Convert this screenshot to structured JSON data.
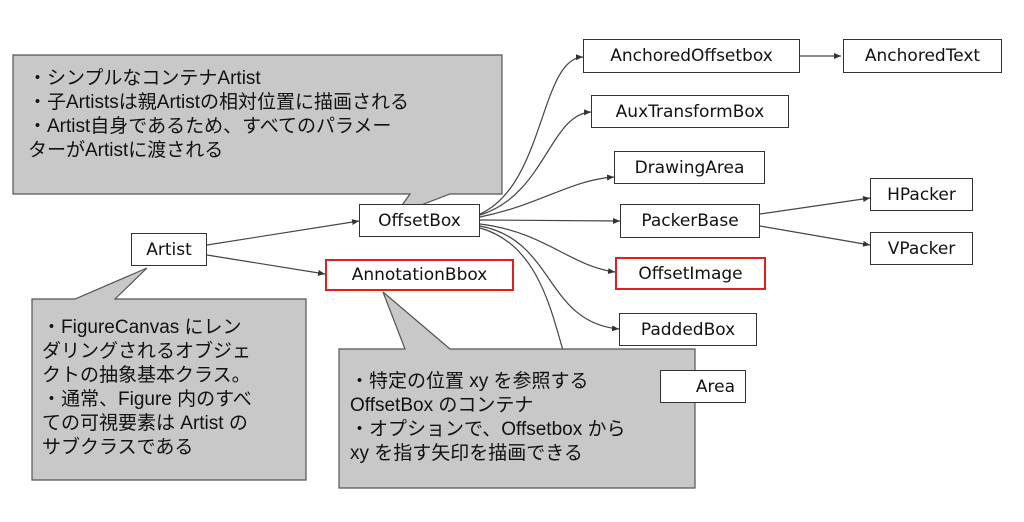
{
  "nodes": {
    "artist": "Artist",
    "offsetbox": "OffsetBox",
    "annotationbbox": "AnnotationBbox",
    "anchoredoffsetbox": "AnchoredOffsetbox",
    "anchoredtext": "AnchoredText",
    "auxtransformbox": "AuxTransformBox",
    "drawingarea": "DrawingArea",
    "packerbase": "PackerBase",
    "hpacker": "HPacker",
    "vpacker": "VPacker",
    "offsetimage": "OffsetImage",
    "paddedbox": "PaddedBox",
    "textarea_partial": "Area"
  },
  "highlight_color": "#e02020",
  "callout_fill": "#c8c8c8",
  "callouts": {
    "offsetbox_note": [
      "・シンプルなコンテナArtist",
      "・子Artistsは親Artistの相対位置に描画される",
      "・Artist自身であるため、すべてのパラメー",
      "ターがArtistに渡される"
    ],
    "artist_note": [
      "・FigureCanvas にレン",
      "ダリングされるオブジェ",
      "クトの抽象基本クラス。",
      "・通常、Figure 内のすべ",
      "ての可視要素は Artist の",
      "サブクラスである"
    ],
    "annotation_note": [
      "・特定の位置 xy を参照する",
      "OffsetBox のコンテナ",
      "・オプションで、Offsetbox から",
      "xy を指す矢印を描画できる"
    ]
  }
}
